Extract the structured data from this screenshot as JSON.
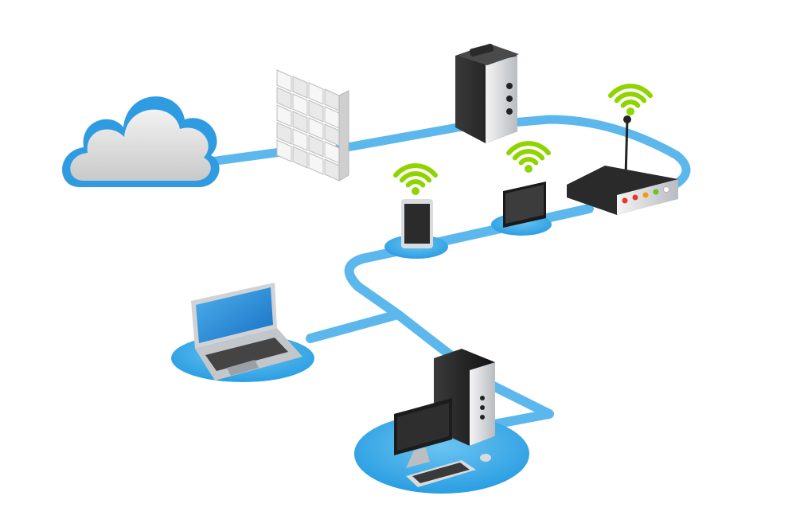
{
  "colors": {
    "accent_blue": "#3fa9e6",
    "path_blue": "#7cc8f0",
    "wifi_green": "#8fd400",
    "device_dark": "#1e1e1e",
    "device_silver": "#cfd3d6",
    "cloud_fill": "#d9d9d9",
    "screen_blue": "#1f88d6",
    "led_red": "#e5372a",
    "led_orange": "#f29a1b",
    "led_green": "#6bc31d"
  },
  "icons": {
    "cloud": "cloud-icon",
    "firewall": "brick-wall-icon",
    "server": "server-tower-icon",
    "router": "wireless-router-icon",
    "phone": "smartphone-icon",
    "tablet": "tablet-icon",
    "laptop": "laptop-icon",
    "desktop": "desktop-computer-icon",
    "wifi": "wifi-signal-icon"
  },
  "nodes": [
    {
      "id": "cloud",
      "icon": "cloud-icon"
    },
    {
      "id": "firewall",
      "icon": "brick-wall-icon"
    },
    {
      "id": "server",
      "icon": "server-tower-icon"
    },
    {
      "id": "router",
      "icon": "wireless-router-icon",
      "wireless": true
    },
    {
      "id": "phone",
      "icon": "smartphone-icon",
      "wireless": true
    },
    {
      "id": "tablet",
      "icon": "tablet-icon",
      "wireless": true
    },
    {
      "id": "laptop",
      "icon": "laptop-icon"
    },
    {
      "id": "desktop",
      "icon": "desktop-computer-icon"
    }
  ],
  "connections": [
    [
      "cloud",
      "firewall"
    ],
    [
      "firewall",
      "server"
    ],
    [
      "server",
      "router"
    ],
    [
      "router",
      "tablet"
    ],
    [
      "tablet",
      "phone"
    ],
    [
      "phone",
      "laptop"
    ],
    [
      "phone",
      "desktop"
    ]
  ]
}
